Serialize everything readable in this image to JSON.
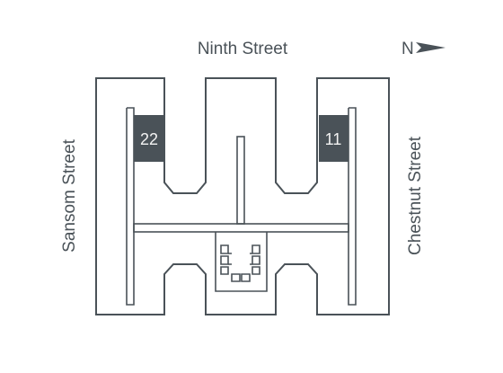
{
  "streets": {
    "top": "Ninth Street",
    "left": "Sansom Street",
    "right": "Chestnut Street"
  },
  "compass": {
    "label": "N",
    "icon": "north-arrow-icon"
  },
  "units": [
    {
      "label": "22"
    },
    {
      "label": "11"
    }
  ],
  "colors": {
    "ink": "#4a5258",
    "unit_fill": "#4a5258",
    "unit_text": "#f3f3f3"
  }
}
